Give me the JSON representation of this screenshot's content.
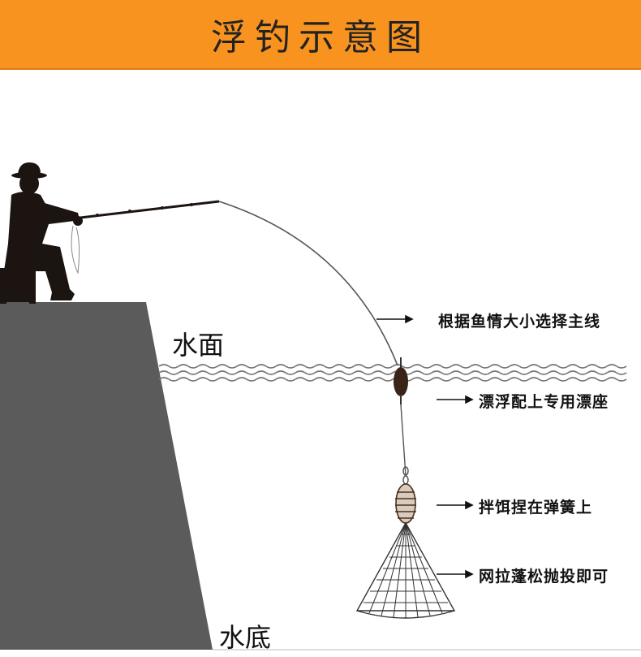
{
  "title": "浮钓示意图",
  "labels": {
    "water_surface": "水面",
    "water_bottom": "水底"
  },
  "annotations": [
    {
      "id": "main-line",
      "text": "根据鱼情大小选择主线"
    },
    {
      "id": "float",
      "text": "漂浮配上专用漂座"
    },
    {
      "id": "bait-spring",
      "text": "拌饵捏在弹簧上"
    },
    {
      "id": "net",
      "text": "网拉蓬松抛投即可"
    }
  ],
  "colors": {
    "header": "#f7931e",
    "bank": "#5b5b5b",
    "silhouette": "#1c1410",
    "line": "#555555"
  }
}
